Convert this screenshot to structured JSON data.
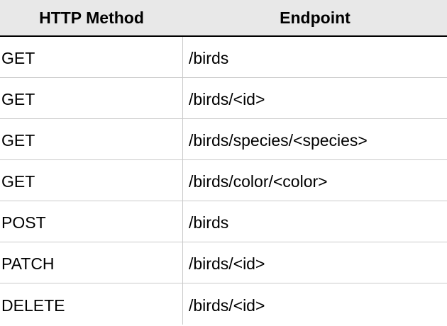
{
  "table": {
    "headers": [
      "HTTP Method",
      "Endpoint"
    ],
    "rows": [
      {
        "method": "GET",
        "endpoint": "/birds"
      },
      {
        "method": "GET",
        "endpoint": "/birds/<id>"
      },
      {
        "method": "GET",
        "endpoint": "/birds/species/<species>"
      },
      {
        "method": "GET",
        "endpoint": "/birds/color/<color>"
      },
      {
        "method": "POST",
        "endpoint": "/birds"
      },
      {
        "method": "PATCH",
        "endpoint": "/birds/<id>"
      },
      {
        "method": "DELETE",
        "endpoint": "/birds/<id>"
      }
    ]
  }
}
